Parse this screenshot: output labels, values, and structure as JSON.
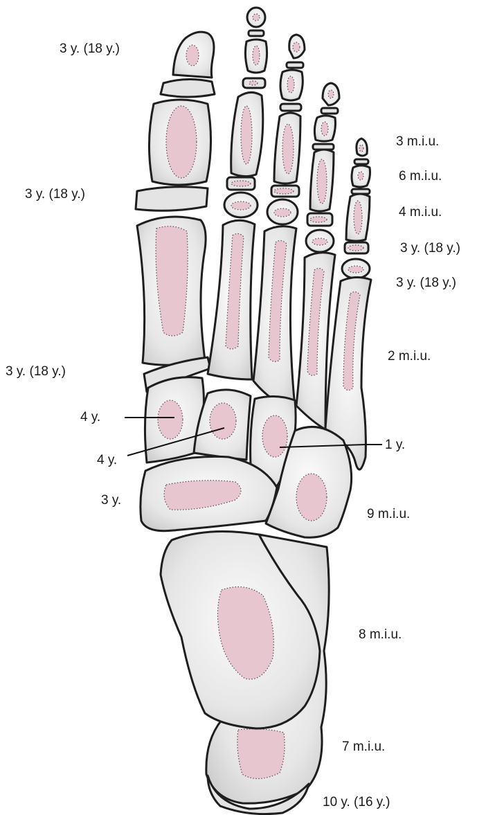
{
  "labels": {
    "hallux_distal_phalanx": "3 y. (18 y.)",
    "hallux_proximal_phalanx": "3 y. (18 y.)",
    "first_metatarsal": "3 y. (18 y.)",
    "medial_cuneiform": "4 y.",
    "intermediate_cuneiform": "4 y.",
    "navicular": "3 y.",
    "lateral_cuneiform": "1 y.",
    "distal_phalanges": "3 m.i.u.",
    "middle_phalanges": "6 m.i.u.",
    "proximal_phalanges": "4 m.i.u.",
    "middle_phalanges_epiphysis": "3 y. (18 y.)",
    "proximal_phalanges_epiphysis": "3 y. (18 y.)",
    "metatarsals": "2 m.i.u.",
    "cuboid": "9 m.i.u.",
    "talus": "8 m.i.u.",
    "calcaneus": "7 m.i.u.",
    "calcaneal_apophysis": "10 y. (16 y.)"
  },
  "colors": {
    "bone_fill": "#e4e4e4",
    "ossification_center": "#e8c6d0",
    "outline": "#1e1e1e"
  }
}
